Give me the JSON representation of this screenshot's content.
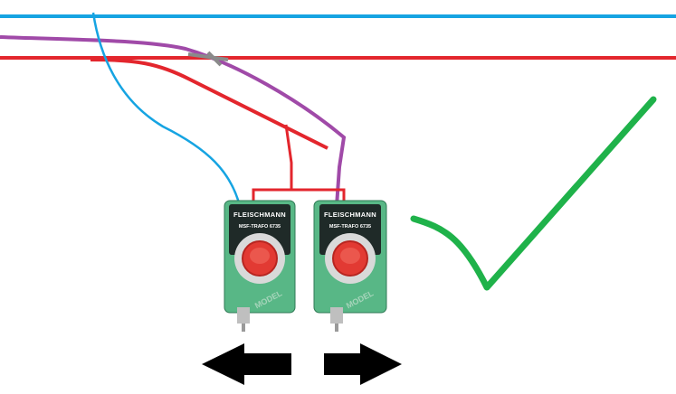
{
  "colors": {
    "blue_wire": "#16a4e2",
    "purple_wire": "#a04aa8",
    "red_wire": "#e3262d",
    "grey_wire": "#8a8a8a",
    "check": "#1fb24a",
    "controller_body": "#58b786",
    "knob": "#e23a33",
    "arrow": "#000000"
  },
  "controllers": [
    {
      "brand": "FLEISCHMANN",
      "model": "MSF-TRAFO 6735",
      "watermark": "MODEL",
      "icon": "transformer-controller-icon"
    },
    {
      "brand": "FLEISCHMANN",
      "model": "MSF-TRAFO 6735",
      "watermark": "MODEL",
      "icon": "transformer-controller-icon"
    }
  ],
  "icons": {
    "left_arrow": "arrow-left-icon",
    "right_arrow": "arrow-right-icon",
    "check": "check-mark-icon"
  }
}
